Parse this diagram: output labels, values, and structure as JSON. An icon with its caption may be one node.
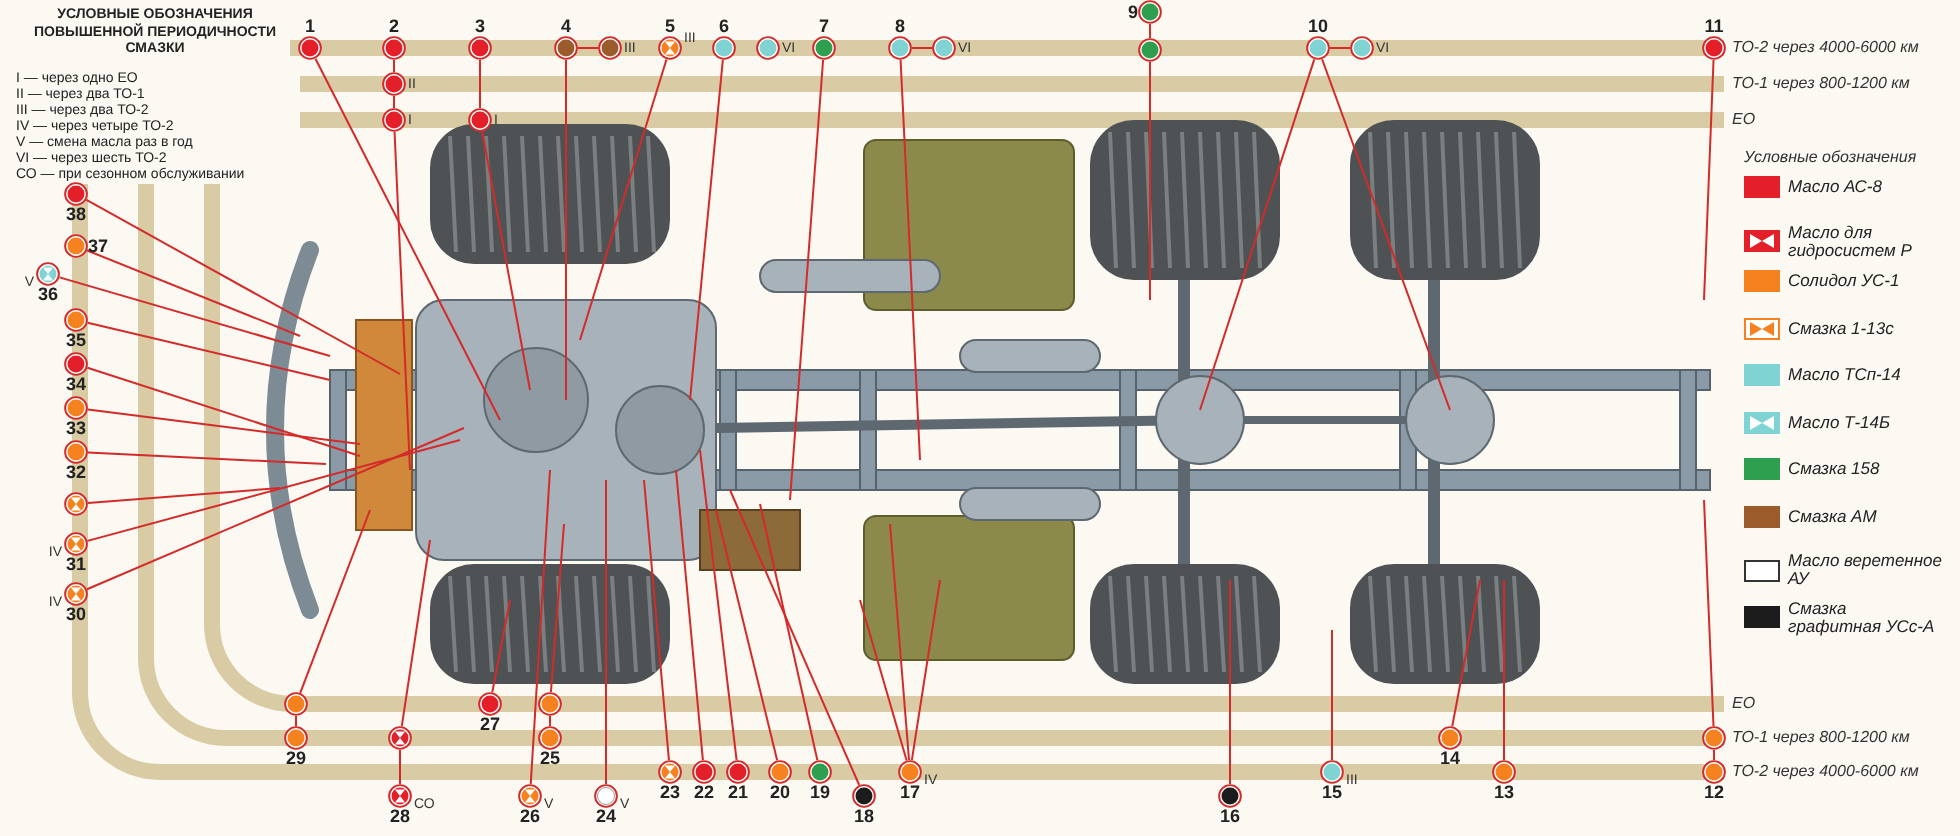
{
  "diagram": {
    "nodes": [
      {
        "text": [
          "1"
        ]
      },
      {
        "text": [
          "2"
        ]
      },
      {
        "text": [],
        "shape": "circle",
        "beside": [
          "II"
        ]
      },
      {
        "text": [],
        "shape": "circle",
        "beside": [
          "I"
        ]
      },
      {
        "text": [
          "3"
        ]
      },
      {
        "text": [],
        "shape": "circle",
        "beside": [
          "I"
        ]
      },
      {
        "text": [
          "4"
        ]
      },
      {
        "text": [],
        "shape": "circle",
        "beside": [
          "III"
        ]
      },
      {
        "text": [
          "5"
        ],
        "beside": [
          "III"
        ]
      },
      {
        "text": [
          "6"
        ]
      },
      {
        "text": [],
        "shape": "circle",
        "beside": [
          "VI"
        ]
      },
      {
        "text": [
          "7"
        ]
      },
      {
        "text": [
          "8"
        ]
      },
      {
        "text": [],
        "shape": "circle",
        "beside": [
          "VI"
        ]
      },
      {
        "text": [
          "9"
        ]
      },
      {
        "text": [],
        "shape": "circle"
      },
      {
        "text": [
          "10"
        ]
      },
      {
        "text": [],
        "shape": "circle",
        "beside": [
          "VI"
        ]
      },
      {
        "text": [
          "11"
        ]
      },
      {
        "text": [
          "38"
        ]
      },
      {
        "text": [
          "37"
        ]
      },
      {
        "text": [
          "36"
        ],
        "beside": [
          "V"
        ]
      },
      {
        "text": [
          "35"
        ]
      },
      {
        "text": [
          "34"
        ]
      },
      {
        "text": [
          "33"
        ]
      },
      {
        "text": [
          "32"
        ]
      },
      {
        "text": [],
        "shape": "circle"
      },
      {
        "text": [
          "31"
        ],
        "beside": [
          "IV"
        ]
      },
      {
        "text": [
          "30"
        ],
        "beside": [
          "IV"
        ]
      },
      {
        "text": [],
        "shape": "circle"
      },
      {
        "text": [
          "29"
        ]
      },
      {
        "text": [],
        "shape": "circle"
      },
      {
        "text": [
          "28"
        ],
        "beside": [
          "СО"
        ]
      },
      {
        "text": [
          "27"
        ]
      },
      {
        "text": [],
        "shape": "circle"
      },
      {
        "text": [
          "25"
        ]
      },
      {
        "text": [
          "26"
        ],
        "beside": [
          "V"
        ]
      },
      {
        "text": [
          "24"
        ],
        "beside": [
          "V"
        ]
      },
      {
        "text": [
          "23"
        ]
      },
      {
        "text": [
          "22"
        ]
      },
      {
        "text": [
          "21"
        ]
      },
      {
        "text": [
          "20"
        ]
      },
      {
        "text": [
          "19"
        ]
      },
      {
        "text": [
          "18"
        ]
      },
      {
        "text": [
          "17"
        ],
        "beside": [
          "IV"
        ]
      },
      {
        "text": [
          "16"
        ]
      },
      {
        "text": [
          "15"
        ],
        "beside": [
          "III"
        ]
      },
      {
        "text": [
          "14"
        ]
      },
      {
        "text": [
          "13"
        ]
      },
      {
        "text": [],
        "shape": "circle"
      },
      {
        "text": [
          "12"
        ]
      }
    ],
    "edges": [
      {
        "from": 1,
        "to": 2,
        "arrow": "none"
      },
      {
        "from": 2,
        "to": 3,
        "arrow": "none"
      },
      {
        "from": 4,
        "to": 5,
        "arrow": "none"
      },
      {
        "from": 6,
        "to": 7,
        "arrow": "none"
      },
      {
        "from": 12,
        "to": 13,
        "arrow": "none"
      },
      {
        "from": 14,
        "to": 15,
        "arrow": "none"
      },
      {
        "from": 16,
        "to": 17,
        "arrow": "none"
      },
      {
        "from": 29,
        "to": 30,
        "arrow": "none"
      },
      {
        "from": 31,
        "to": 32,
        "arrow": "none"
      },
      {
        "from": 34,
        "to": 35,
        "arrow": "none"
      },
      {
        "from": 49,
        "to": 50,
        "arrow": "none"
      },
      {
        "from": 0,
        "to": null,
        "arrow": "none"
      },
      {
        "from": 3,
        "to": null,
        "arrow": "none"
      },
      {
        "from": 5,
        "to": null,
        "arrow": "none"
      },
      {
        "from": 6,
        "to": null,
        "arrow": "none"
      },
      {
        "from": 8,
        "to": null,
        "arrow": "none"
      },
      {
        "from": 9,
        "to": null,
        "arrow": "none"
      },
      {
        "from": 11,
        "to": null,
        "arrow": "none"
      },
      {
        "from": 12,
        "to": null,
        "arrow": "none"
      },
      {
        "from": 15,
        "to": null,
        "arrow": "none"
      },
      {
        "from": 16,
        "to": null,
        "arrow": "none"
      },
      {
        "from": 16,
        "to": null,
        "arrow": "none"
      },
      {
        "from": 18,
        "to": null,
        "arrow": "none"
      },
      {
        "from": 19,
        "to": null,
        "arrow": "none"
      },
      {
        "from": 20,
        "to": null,
        "arrow": "none"
      },
      {
        "from": 21,
        "to": null,
        "arrow": "none"
      },
      {
        "from": 22,
        "to": null,
        "arrow": "none"
      },
      {
        "from": 23,
        "to": null,
        "arrow": "none"
      },
      {
        "from": 24,
        "to": null,
        "arrow": "none"
      },
      {
        "from": 25,
        "to": null,
        "arrow": "none"
      },
      {
        "from": 26,
        "to": null,
        "arrow": "none"
      },
      {
        "from": 27,
        "to": null,
        "arrow": "none"
      },
      {
        "from": 28,
        "to": null,
        "arrow": "none"
      },
      {
        "from": 29,
        "to": null,
        "arrow": "none"
      },
      {
        "from": 31,
        "to": null,
        "arrow": "none"
      },
      {
        "from": 33,
        "to": null,
        "arrow": "none"
      },
      {
        "from": 34,
        "to": null,
        "arrow": "none"
      },
      {
        "from": 36,
        "to": null,
        "arrow": "none"
      },
      {
        "from": 37,
        "to": null,
        "arrow": "none"
      },
      {
        "from": 38,
        "to": null,
        "arrow": "none"
      },
      {
        "from": 39,
        "to": null,
        "arrow": "none"
      },
      {
        "from": 40,
        "to": null,
        "arrow": "none"
      },
      {
        "from": 41,
        "to": null,
        "arrow": "none"
      },
      {
        "from": 42,
        "to": null,
        "arrow": "none"
      },
      {
        "from": 43,
        "to": null,
        "arrow": "none"
      },
      {
        "from": 44,
        "to": null,
        "arrow": "none"
      },
      {
        "from": 44,
        "to": null,
        "arrow": "none"
      },
      {
        "from": 44,
        "to": null,
        "arrow": "none"
      },
      {
        "from": 45,
        "to": null,
        "arrow": "none"
      },
      {
        "from": 46,
        "to": null,
        "arrow": "none"
      },
      {
        "from": 47,
        "to": null,
        "arrow": "none"
      },
      {
        "from": 48,
        "to": null,
        "arrow": "none"
      },
      {
        "from": 49,
        "to": null,
        "arrow": "none"
      }
    ],
    "labels": [
      "УСЛОВНЫЕ ОБОЗНАЧЕНИЯ ПОВЫШЕННОЙ ПЕРИОДИЧНОСТИ СМАЗКИ",
      "I — через одно ЕО",
      "II — через два ТО-1",
      "III — через два ТО-2",
      "IV — через четыре ТО-2",
      "V — смена масла раз в год",
      "VI — через шесть ТО-2",
      "СО — при сезонном обслуживании",
      "ТО-2 через 4000-6000 км",
      "ТО-1 через 800-1200 км",
      "ЕО",
      "Условные обозначения",
      "ЕО",
      "ТО-1 через 800-1200 км",
      "ТО-2 через 4000-6000 км"
    ],
    "legend": [
      {
        "text": "Масло АС-8",
        "color": "#e3202a"
      },
      {
        "text": "Масло для гидросистем Р",
        "color": "#e3202a"
      },
      {
        "text": "Солидол УС-1",
        "color": "#f5821f"
      },
      {
        "text": "Смазка 1-13с",
        "color": "#f5821f"
      },
      {
        "text": "Масло ТСп-14",
        "color": "#7fd3d3"
      },
      {
        "text": "Масло Т-14Б",
        "color": "#7fd3d3"
      },
      {
        "text": "Смазка 158",
        "color": "#2e9e4f"
      },
      {
        "text": "Смазка АМ",
        "color": "#9c5b2b"
      },
      {
        "text": "Масло веретенное АУ",
        "color": "#ffffff"
      },
      {
        "text": "Смазка графитная УСс-А",
        "color": "#1c1c1c"
      }
    ]
  }
}
